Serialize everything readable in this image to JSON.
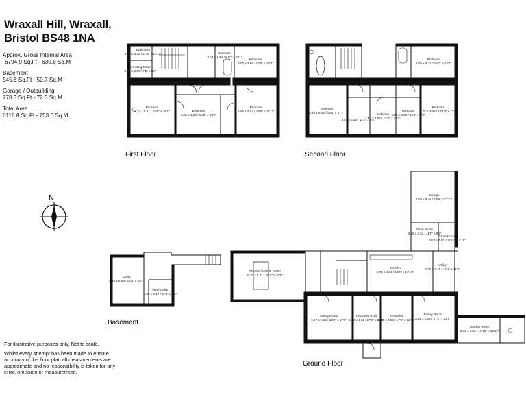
{
  "address": {
    "line1": "Wraxall Hill, Wraxall,",
    "line2": "Bristol BS48 1NA"
  },
  "areas": {
    "gross_heading": "Approx. Gross Internal Area",
    "gross_value": "6794.9 Sq.Ft - 630.6 Sq.M",
    "basement_heading": "Basement",
    "basement_value": "545.6 Sq.Ft - 50.7 Sq.M",
    "garage_heading": "Garage / Outbuilding",
    "garage_value": "778.3 Sq.Ft - 72.3 Sq.M",
    "total_heading": "Total Area",
    "total_value": "8118.8 Sq.Ft - 753.6 Sq.M"
  },
  "floors": {
    "first": "First Floor",
    "second": "Second Floor",
    "basement": "Basement",
    "ground": "Ground Floor"
  },
  "compass": {
    "north": "N"
  },
  "disclaimer": {
    "line1": "For illustrative purposes only. Not to scale.",
    "line2": "Whilst every attempt has been made to ensure accuracy of the floor plan all measurements are approximate and no responsibility is taken for any error, omission or measurement."
  },
  "rooms": {
    "ff_bathroom": {
      "name": "Bathroom",
      "dims": "3.20 x 3.30 / 10'6\" x 10'10\""
    },
    "ff_dressing": {
      "name": "Dressing Room",
      "dims": "2.27 x 2.06 / 7'5\" x 6'9\""
    },
    "ff_bathroom2": {
      "name": "Bathroom",
      "dims": "3.04 x 1.80 / 9'11\" x 5'11\""
    },
    "ff_bed1": {
      "name": "Bedroom",
      "dims": "5.03 x 3.96 / 16'6\" x 13'0\""
    },
    "ff_bed2": {
      "name": "Bedroom",
      "dims": "5.72 x 5.51 / 18'9\" x 18'1\""
    },
    "ff_bed3": {
      "name": "Bedroom",
      "dims": "5.55 x 4.20 / 18'2\" x 13'9\""
    },
    "ff_bed4": {
      "name": "Bedroom",
      "dims": "5.66 x 3.54 / 18'6\" x 11'11\""
    },
    "sf_bed1": {
      "name": "Bedroom",
      "dims": "5.05 x 4.17 / 16'7\" x 13'8\""
    },
    "sf_bed2": {
      "name": "Bedroom",
      "dims": "5.93 x 5.36 / 19'5\" x 17'7\""
    },
    "sf_room": {
      "name": "",
      "dims": "3.67 x 2.53 / 12'0\" x 8'3\""
    },
    "sf_bed3": {
      "name": "Bedroom",
      "dims": "4.43 x 4.07 / 14'6\" x 13'4\""
    },
    "sf_bed4": {
      "name": "Bedroom",
      "dims": "4.71 x 2.58 / 15'5\" x 8'6\""
    },
    "sf_bed5": {
      "name": "Bedroom",
      "dims": "5.75 x 4.08 / 18'10\" x 13'5\""
    },
    "cellar": {
      "name": "Cellar",
      "dims": "5.88 x 5.68 / 19'3\" x 18'7\""
    },
    "wine_cellar": {
      "name": "Wine Cellar",
      "dims": "3.39 x 2.17 / 11'1\" x 7'1\""
    },
    "kitchen_dining": {
      "name": "Kitchen / Dining Room",
      "dims": "8.70 x 5.71 / 28'7\" x 18'9\""
    },
    "kitchen": {
      "name": "Kitchen",
      "dims": "5.72 x 4.21 / 18'9\" x 13'10\""
    },
    "utility": {
      "name": "Utility",
      "dims": "4.30 x 3.45 / 14'1\" x 11'4\""
    },
    "garage": {
      "name": "Garage",
      "dims": "6.03 x 5.45 / 19'9\" x 17'11\""
    },
    "store_room": {
      "name": "Store Room",
      "dims": "3.59 x 2.52 / 11'9\" x 8'3\""
    },
    "store": {
      "name": "Store Room",
      "dims": "3.63 x 1.50 / 11'11\" x 4'11\""
    },
    "sitting": {
      "name": "Sitting Room",
      "dims": "5.47 x 5.18 / 18'0\" x 17'0\""
    },
    "reception_hall": {
      "name": "Reception Hall",
      "dims": "5.18 x 4.11 / 17'0\" x 13'6\""
    },
    "reception": {
      "name": "Reception",
      "dims": "5.23 x 3.94 / 17'2\" x 12'11\""
    },
    "family": {
      "name": "Family Room",
      "dims": "5.18 x 4.42 / 17'0\" x 14'6\""
    },
    "garden_room": {
      "name": "Garden Room",
      "dims": "5.12 x 3.33 / 16'10\" x 10'11\""
    }
  }
}
